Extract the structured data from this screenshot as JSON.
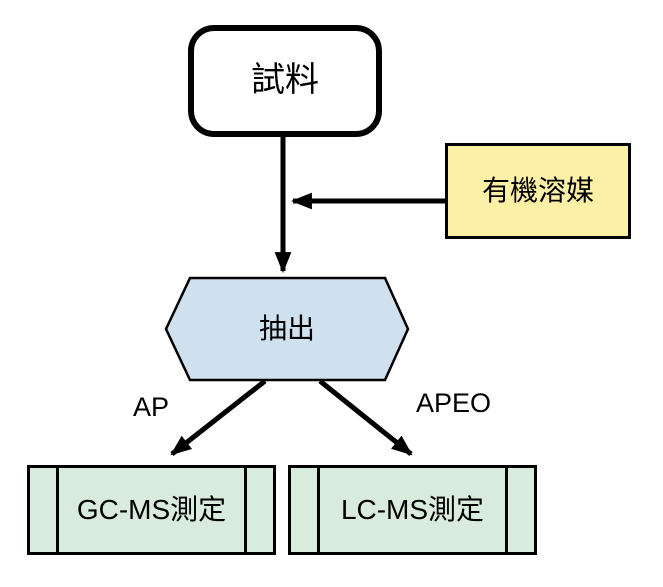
{
  "diagram": {
    "title": "AP/APEO extraction and measurement workflow",
    "nodes": {
      "sample": {
        "label": "試料",
        "shape": "rounded-rectangle",
        "fill": "#ffffff"
      },
      "solvent": {
        "label": "有機溶媒",
        "shape": "rectangle",
        "fill": "#fcefa6"
      },
      "extraction": {
        "label": "抽出",
        "shape": "hexagon",
        "fill": "#cfe0ef"
      },
      "gcms": {
        "label": "GC-MS測定",
        "shape": "predefined-process",
        "fill": "#d9ebdd"
      },
      "lcms": {
        "label": "LC-MS測定",
        "shape": "predefined-process",
        "fill": "#d9ebdd"
      }
    },
    "edges": {
      "sample_to_extraction": {
        "from": "sample",
        "to": "extraction",
        "label": ""
      },
      "solvent_to_flow": {
        "from": "solvent",
        "to": "sample_to_extraction",
        "label": ""
      },
      "ap": {
        "from": "extraction",
        "to": "gcms",
        "label": "AP"
      },
      "apeo": {
        "from": "extraction",
        "to": "lcms",
        "label": "APEO"
      }
    },
    "colors": {
      "line": "#000000",
      "text": "#000000",
      "background": "#ffffff"
    }
  }
}
